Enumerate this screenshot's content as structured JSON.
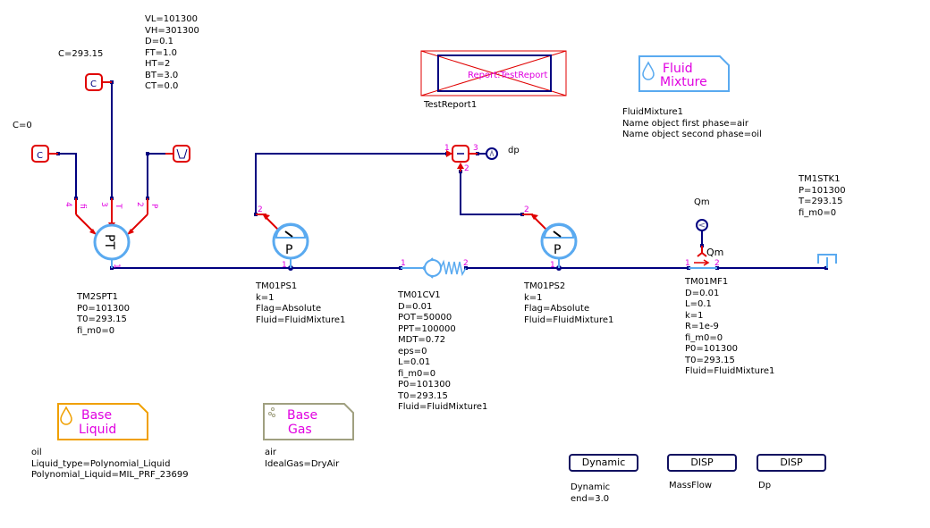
{
  "diagram": {
    "components": {
      "const_phi": {
        "name": "C=0",
        "symbol": "C"
      },
      "const_temp": {
        "name": "C=293.15",
        "symbol": "C"
      },
      "signal_source": {
        "params": [
          "VL=101300",
          "VH=301300",
          "D=0.1",
          "FT=1.0",
          "HT=2",
          "BT=3.0",
          "CT=0.0"
        ]
      },
      "pt_source": {
        "symbol": "PT",
        "pins": {
          "p1": "1",
          "p2": "2",
          "p3": "3",
          "p4": "4",
          "P": "P",
          "T": "T",
          "fi": "fi"
        },
        "lines": [
          "TM2SPT1",
          "P0=101300",
          "T0=293.15",
          "fi_m0=0"
        ]
      },
      "pressure_sensor_1": {
        "symbol": "P",
        "pins": {
          "p1": "1",
          "p2": "2"
        },
        "lines": [
          "TM01PS1",
          "k=1",
          "Flag=Absolute",
          "Fluid=FluidMixture1"
        ]
      },
      "check_valve": {
        "pins": {
          "p1": "1",
          "p2": "2"
        },
        "lines": [
          "TM01CV1",
          "D=0.01",
          "POT=50000",
          "PPT=100000",
          "MDT=0.72",
          "eps=0",
          "L=0.01",
          "fi_m0=0",
          "P0=101300",
          "T0=293.15",
          "Fluid=FluidMixture1"
        ]
      },
      "pressure_sensor_2": {
        "symbol": "P",
        "pins": {
          "p1": "1",
          "p2": "2"
        },
        "lines": [
          "TM01PS2",
          "k=1",
          "Flag=Absolute",
          "Fluid=FluidMixture1"
        ]
      },
      "subtractor": {
        "symbol": "−",
        "pins": {
          "p1": "1",
          "p2": "2",
          "p3": "3"
        }
      },
      "dp_output": {
        "label": "dp"
      },
      "mass_flow_sensor": {
        "pins": {
          "p1": "1",
          "p2": "2"
        },
        "output_label": "Qm",
        "lines": [
          "TM01MF1",
          "D=0.01",
          "L=0.1",
          "k=1",
          "R=1e-9",
          "fi_m0=0",
          "P0=101300",
          "T0=293.15",
          "Fluid=FluidMixture1"
        ]
      },
      "qm_output": {
        "label": "Qm"
      },
      "tank": {
        "lines": [
          "TM1STK1",
          "P=101300",
          "T=293.15",
          "fi_m0=0"
        ]
      },
      "report": {
        "inner_text": "Report:TestReport",
        "name": "TestReport1"
      },
      "fluid_mixture": {
        "title_line1": "Fluid",
        "title_line2": "Mixture",
        "lines": [
          "FluidMixture1",
          "Name object first phase=air",
          "Name object second phase=oil"
        ]
      },
      "base_liquid": {
        "title_line1": "Base",
        "title_line2": "Liquid",
        "lines": [
          "oil",
          "Liquid_type=Polynomial_Liquid",
          "Polynomial_Liquid=MIL_PRF_23699"
        ]
      },
      "base_gas": {
        "title_line1": "Base",
        "title_line2": "Gas",
        "lines": [
          "air",
          "IdealGas=DryAir"
        ]
      }
    },
    "blocks": {
      "dynamic": {
        "label": "Dynamic",
        "lines": [
          "Dynamic",
          "end=3.0"
        ]
      },
      "disp_massflow": {
        "label": "DISP",
        "lines": [
          "MassFlow"
        ]
      },
      "disp_dp": {
        "label": "DISP",
        "lines": [
          "Dp"
        ]
      }
    },
    "colors": {
      "wire": "#000080",
      "signal": "#e00000",
      "hydraulic": "#5aaaf0",
      "pin_label": "#e000e0",
      "liquid": "#f0a000",
      "gas": "#a0a080"
    }
  }
}
